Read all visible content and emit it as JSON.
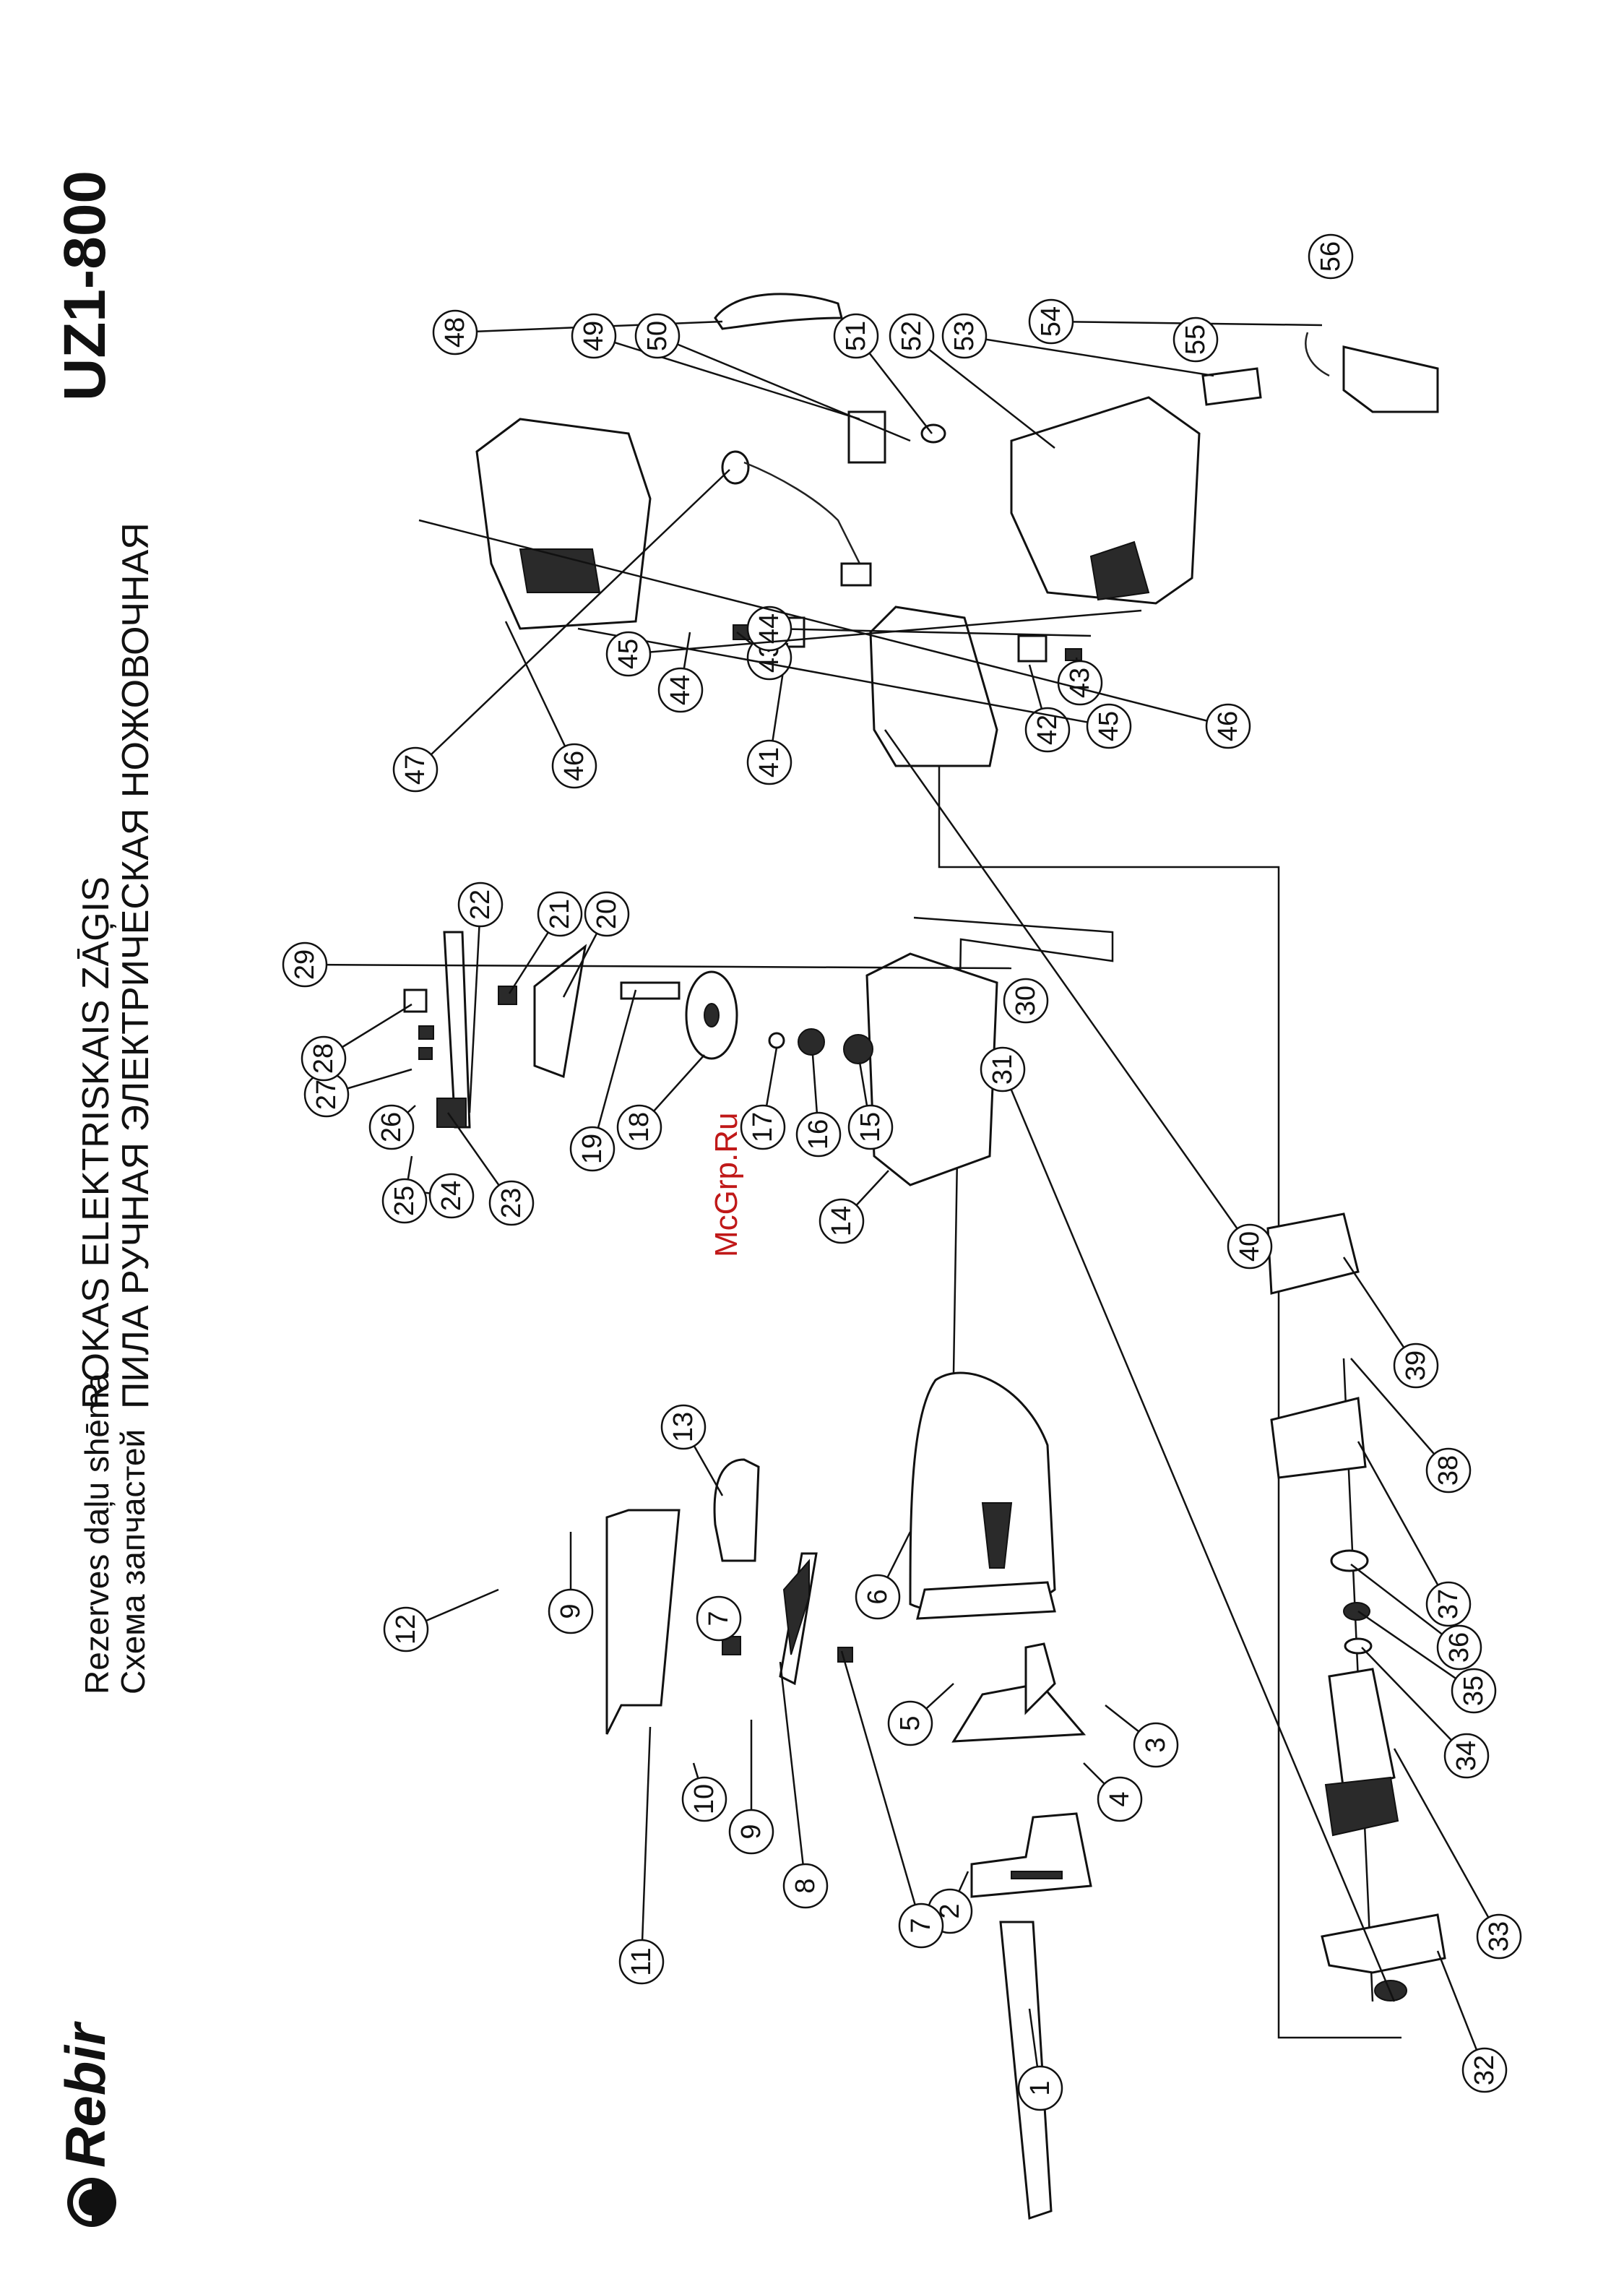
{
  "header": {
    "brand": "Rebir",
    "model": "UZ1-800",
    "schema_lv": "Rezerves daļu shēma",
    "schema_ru": "Схема запчастей",
    "title_lv": "ROKAS ELEKTRISKAIS ZĀĢIS",
    "title_ru": "ПИЛА РУЧНАЯ ЭЛЕКТРИЧЕСКАЯ НОЖОВОЧНАЯ",
    "watermark": "McGrp.Ru"
  },
  "colors": {
    "ink": "#111111",
    "paper": "#ffffff",
    "watermark": "#c01818"
  },
  "callouts": [
    {
      "label": "1"
    },
    {
      "label": "2"
    },
    {
      "label": "3"
    },
    {
      "label": "4"
    },
    {
      "label": "5"
    },
    {
      "label": "6"
    },
    {
      "label": "7"
    },
    {
      "label": "7"
    },
    {
      "label": "8"
    },
    {
      "label": "9"
    },
    {
      "label": "9"
    },
    {
      "label": "10"
    },
    {
      "label": "11"
    },
    {
      "label": "12"
    },
    {
      "label": "13"
    },
    {
      "label": "14"
    },
    {
      "label": "15"
    },
    {
      "label": "16"
    },
    {
      "label": "17"
    },
    {
      "label": "18"
    },
    {
      "label": "19"
    },
    {
      "label": "20"
    },
    {
      "label": "21"
    },
    {
      "label": "22"
    },
    {
      "label": "23"
    },
    {
      "label": "24"
    },
    {
      "label": "25"
    },
    {
      "label": "26"
    },
    {
      "label": "27"
    },
    {
      "label": "28"
    },
    {
      "label": "29"
    },
    {
      "label": "30"
    },
    {
      "label": "31"
    },
    {
      "label": "32"
    },
    {
      "label": "33"
    },
    {
      "label": "34"
    },
    {
      "label": "35"
    },
    {
      "label": "36"
    },
    {
      "label": "37"
    },
    {
      "label": "38"
    },
    {
      "label": "39"
    },
    {
      "label": "40"
    },
    {
      "label": "41"
    },
    {
      "label": "42"
    },
    {
      "label": "43"
    },
    {
      "label": "43"
    },
    {
      "label": "44"
    },
    {
      "label": "44"
    },
    {
      "label": "45"
    },
    {
      "label": "45"
    },
    {
      "label": "46"
    },
    {
      "label": "46"
    },
    {
      "label": "47"
    },
    {
      "label": "48"
    },
    {
      "label": "49"
    },
    {
      "label": "50"
    },
    {
      "label": "51"
    },
    {
      "label": "52"
    },
    {
      "label": "53"
    },
    {
      "label": "54"
    },
    {
      "label": "55"
    },
    {
      "label": "56"
    }
  ]
}
